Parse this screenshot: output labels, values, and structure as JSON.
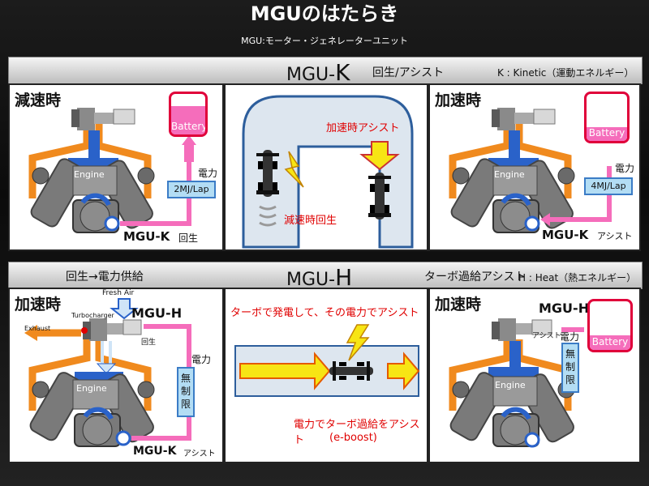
{
  "header": {
    "title": "MGUのはたらき",
    "subtitle": "MGU:モーター・ジェネレーターユニット"
  },
  "section_k": {
    "title_prefix": "MGU-",
    "title_letter": "K",
    "subtitle": "回生/アシスト",
    "note": "K : Kinetic（運動エネルギー）"
  },
  "section_h": {
    "left_note": "回生→電力供給",
    "title_prefix": "MGU-",
    "title_letter": "H",
    "subtitle": "ターボ過給アシスト",
    "note": "H : Heat（熱エネルギー）"
  },
  "panel_k_left": {
    "title": "減速時",
    "engine": "Engine",
    "battery": "Battery",
    "battery_fill": 0.7,
    "power": "電力",
    "energy": "2MJ/Lap",
    "unit": "MGU-K",
    "mode": "回生"
  },
  "panel_k_mid": {
    "assist": "加速時アシスト",
    "regen": "減速時回生"
  },
  "panel_k_right": {
    "title": "加速時",
    "engine": "Engine",
    "battery": "Battery",
    "battery_fill": 0.3,
    "power": "電力",
    "energy": "4MJ/Lap",
    "unit": "MGU-K",
    "mode": "アシスト"
  },
  "panel_h_left": {
    "title": "加速時",
    "fresh_air": "Fresh Air",
    "turbo": "Turbocharger",
    "exhaust": "Exhaust",
    "unit_h": "MGU-H",
    "regen": "回生",
    "engine": "Engine",
    "power": "電力",
    "unlimited": "無制限",
    "unit_k": "MGU-K",
    "mode": "アシスト"
  },
  "panel_h_mid": {
    "top": "ターボで発電して、その電力でアシスト",
    "bottom1": "電力でターボ過給をアシスト",
    "bottom2": "(e-boost)"
  },
  "panel_h_right": {
    "title": "加速時",
    "unit_h": "MGU-H",
    "mode": "アシスト",
    "engine": "Engine",
    "power": "電力",
    "unlimited": "無制限",
    "battery": "Battery",
    "battery_fill": 0.3
  },
  "colors": {
    "orange": "#f08a1e",
    "engine_blue": "#2a62c9",
    "gray": "#7a7a7a",
    "pink": "#f56dbb",
    "yellow": "#f7e514",
    "red": "#e00000"
  }
}
